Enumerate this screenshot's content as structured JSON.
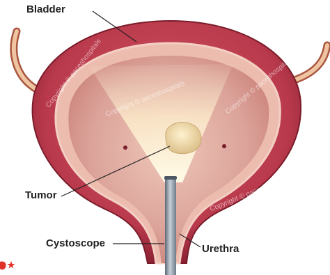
{
  "labels": {
    "bladder": "Bladder",
    "tumor": "Tumor",
    "cystoscope": "Cystoscope",
    "urethra": "Urethra"
  },
  "watermark": "Copyright © paceshospitals",
  "colors": {
    "bladder_wall": "#b93a4c",
    "bladder_wall_dark": "#8c2233",
    "inner_lining": "#e7b0a7",
    "cavity": "#d89c94",
    "light_beam": "#fff6dc",
    "tumor": "#f3dfae",
    "cystoscope": "#8d99a6",
    "label_text": "#222222",
    "corner_mark": "#e0302a"
  }
}
